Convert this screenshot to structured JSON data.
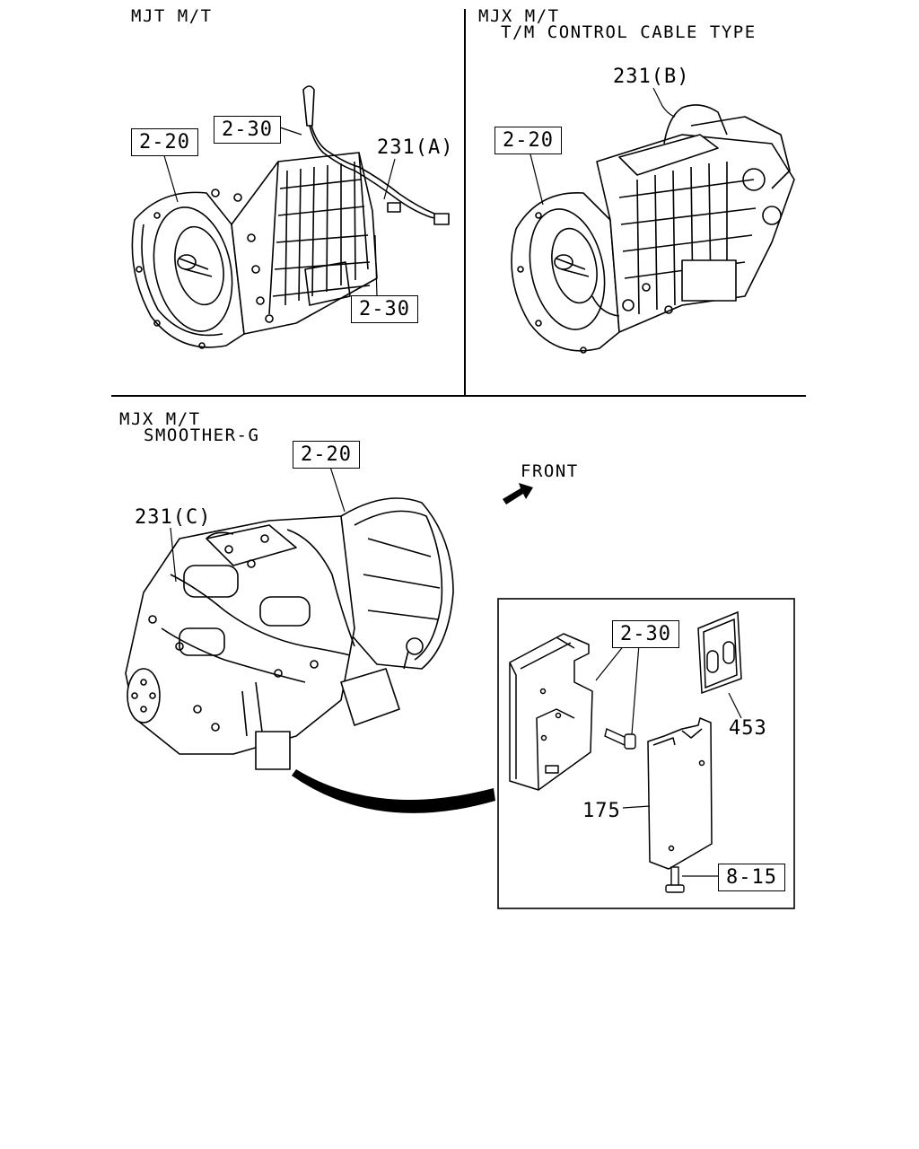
{
  "panels": {
    "top_left": {
      "title": "MJT M/T",
      "callouts": {
        "ref_a": "2-20",
        "ref_b": "2-30",
        "ref_c": "2-30",
        "part": "231(A)"
      }
    },
    "top_right": {
      "title_line1": "MJX M/T",
      "title_line2": "T/M CONTROL CABLE TYPE",
      "callouts": {
        "ref_a": "2-20",
        "part": "231(B)"
      }
    },
    "bottom": {
      "title_line1": "MJX M/T",
      "title_line2": "SMOOTHER-G",
      "front_label": "FRONT",
      "callouts": {
        "ref_a": "2-20",
        "part": "231(C)"
      }
    },
    "inset": {
      "callouts": {
        "ref_bolt": "2-30",
        "pad": "453",
        "cover": "175",
        "ref_screw": "8-15"
      }
    }
  }
}
